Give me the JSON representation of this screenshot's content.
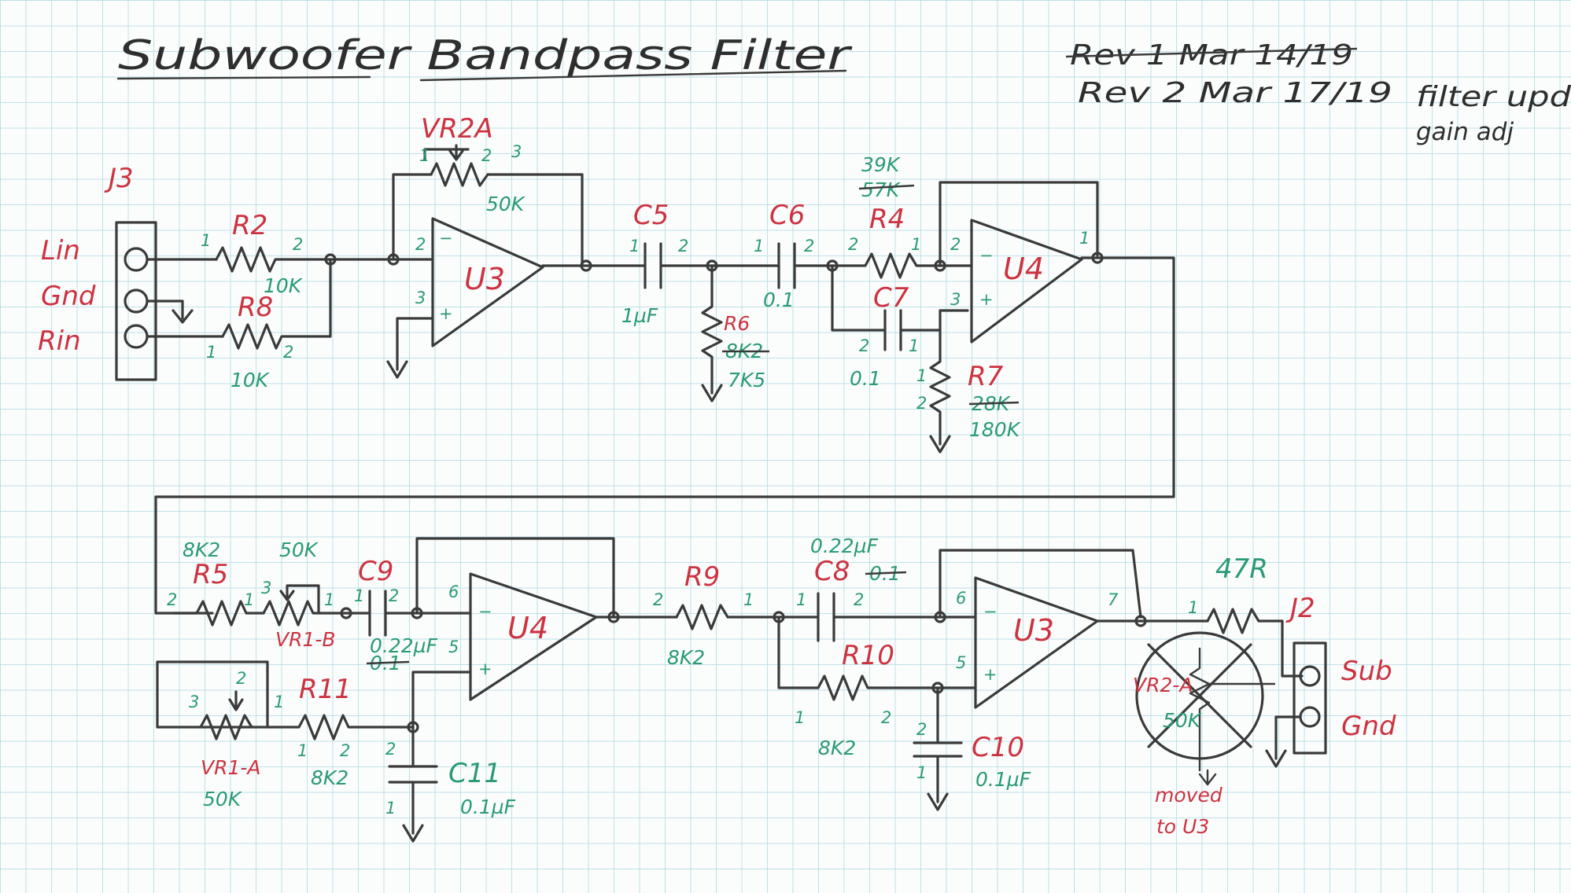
{
  "title": "Subwoofer Bandpass Filter",
  "revisions": {
    "rev1": "Rev 1 Mar 14/19",
    "rev2": "Rev 2 Mar 17/19",
    "note1": "filter upd",
    "note2": "gain adj"
  },
  "connectors": {
    "j3": "J3",
    "lin": "Lin",
    "gnd": "Gnd",
    "rin": "Rin",
    "j2": "J2",
    "sub": "Sub",
    "gnd2": "Gnd"
  },
  "components": {
    "r2": "R2",
    "r2_val": "10K",
    "r8": "R8",
    "r8_val": "10K",
    "vr2a_top": "VR2A",
    "vr2a_top_val": "50K",
    "u3": "U3",
    "c5": "C5",
    "c5_val": "1µF",
    "r6": "R6",
    "r6_old": "8K2",
    "r6_val": "7K5",
    "c6": "C6",
    "c6_val": "0.1",
    "r4": "R4",
    "r4_val": "39K",
    "r4_old": "57K",
    "c7": "C7",
    "c7_val": "0.1",
    "r7": "R7",
    "r7_old": "28K",
    "r7_val": "180K",
    "u4": "U4",
    "r5": "R5",
    "r5_val": "8K2",
    "vr1b": "VR1-B",
    "vr1b_val": "50K",
    "c9": "C9",
    "c9_val": "0.22µF",
    "c9_old": "0.1",
    "vr1a": "VR1-A",
    "vr1a_val": "50K",
    "r11": "R11",
    "r11_val": "8K2",
    "c11": "C11",
    "c11_val": "0.1µF",
    "u4b": "U4",
    "r9": "R9",
    "r9_val": "8K2",
    "c8": "C8",
    "c8_val": "0.22µF",
    "c8_old": "0.1",
    "r10": "R10",
    "r10_val": "8K2",
    "c10": "C10",
    "c10_val": "0.1µF",
    "u3b": "U3",
    "r_out": "47R",
    "vr2a_old": "VR2-A",
    "vr2a_old_val": "50K",
    "moved1": "moved",
    "moved2": "to U3"
  },
  "pins": [
    "1",
    "2",
    "3",
    "5",
    "6",
    "7"
  ]
}
